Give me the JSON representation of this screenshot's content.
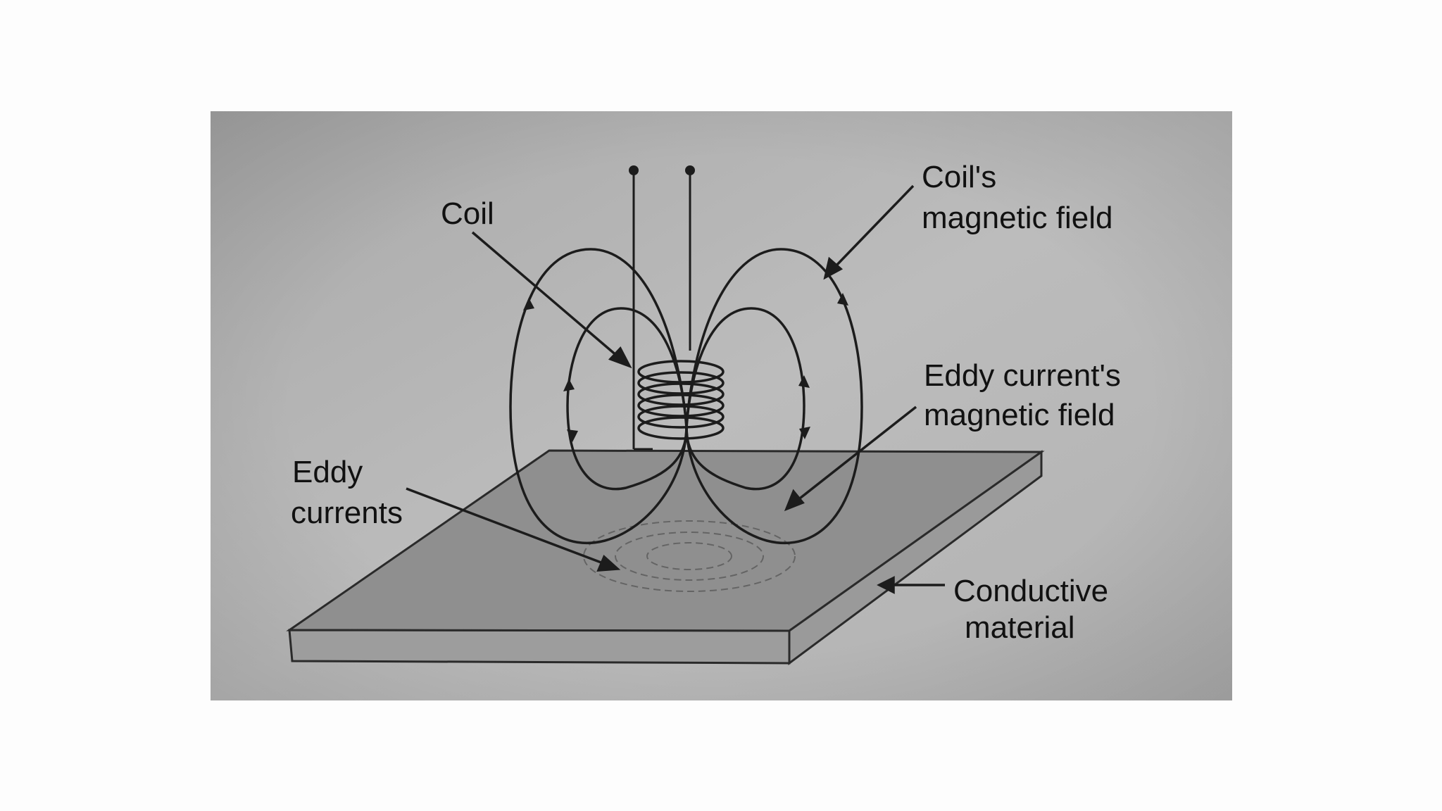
{
  "diagram": {
    "labels": {
      "coil": "Coil",
      "coil_field_line1": "Coil's",
      "coil_field_line2": "magnetic field",
      "eddy_field_line1": "Eddy current's",
      "eddy_field_line2": "magnetic field",
      "eddy_currents_line1": "Eddy",
      "eddy_currents_line2": "currents",
      "material_line1": "Conductive",
      "material_line2": "material"
    },
    "colors": {
      "page_background": "#fdfdfd",
      "photo_background": "#b4b4b4",
      "plate_top": "#8f8f8f",
      "plate_side": "#9b9b9b",
      "ink": "#1c1c1c"
    }
  }
}
